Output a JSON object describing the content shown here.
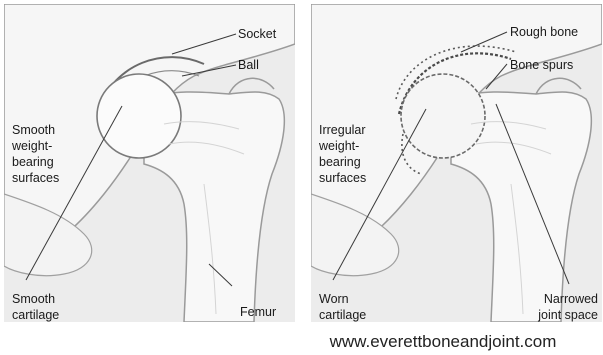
{
  "left_panel": {
    "labels": {
      "socket": "Socket",
      "ball": "Ball",
      "surfaces": "Smooth\nweight-\nbearing\nsurfaces",
      "cartilage": "Smooth\ncartilage",
      "femur": "Femur"
    }
  },
  "right_panel": {
    "labels": {
      "rough_bone": "Rough bone",
      "bone_spurs": "Bone spurs",
      "surfaces": "Irregular\nweight-\nbearing\nsurfaces",
      "cartilage": "Worn\ncartilage",
      "joint_space": "Narrowed\njoint space"
    }
  },
  "footer": {
    "url": "www.everettboneandjoint.com"
  },
  "colors": {
    "panel_bg": "#ececec",
    "bone": "#f7f7f7",
    "bone_edge": "#9a9a9a",
    "leader": "#3a3a3a"
  }
}
